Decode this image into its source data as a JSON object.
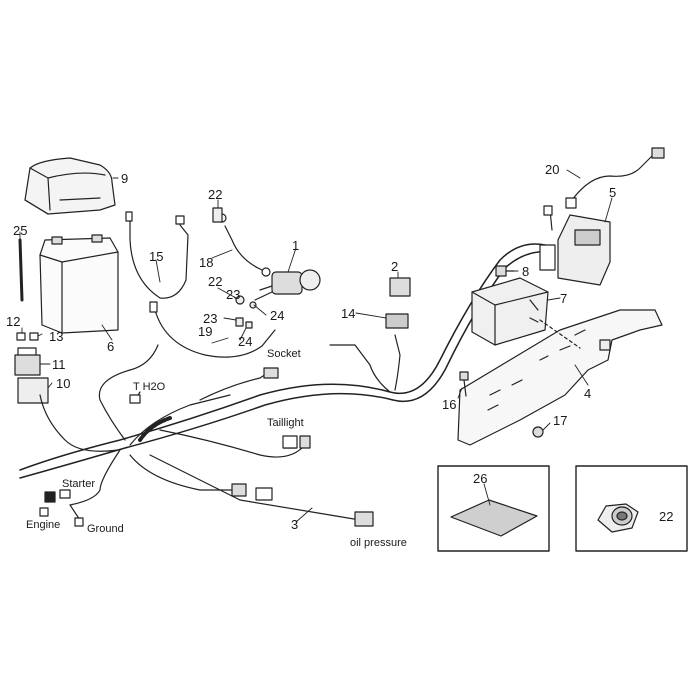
{
  "parts": {
    "p1": "1",
    "p2": "2",
    "p3": "3",
    "p4": "4",
    "p5": "5",
    "p6": "6",
    "p7": "7",
    "p8": "8",
    "p9": "9",
    "p10": "10",
    "p11": "11",
    "p12": "12",
    "p13": "13",
    "p14": "14",
    "p15": "15",
    "p16": "16",
    "p17": "17",
    "p18": "18",
    "p19": "19",
    "p20": "20",
    "p22a": "22",
    "p22b": "22",
    "p22c": "22",
    "p23a": "23",
    "p23b": "23",
    "p24a": "24",
    "p24b": "24",
    "p25": "25",
    "p26": "26"
  },
  "labels": {
    "socket": "Socket",
    "taillight": "Taillight",
    "t_h2o": "T  H2O",
    "starter": "Starter",
    "engine": "Engine",
    "ground": "Ground",
    "oil_pressure": "oil pressure"
  }
}
